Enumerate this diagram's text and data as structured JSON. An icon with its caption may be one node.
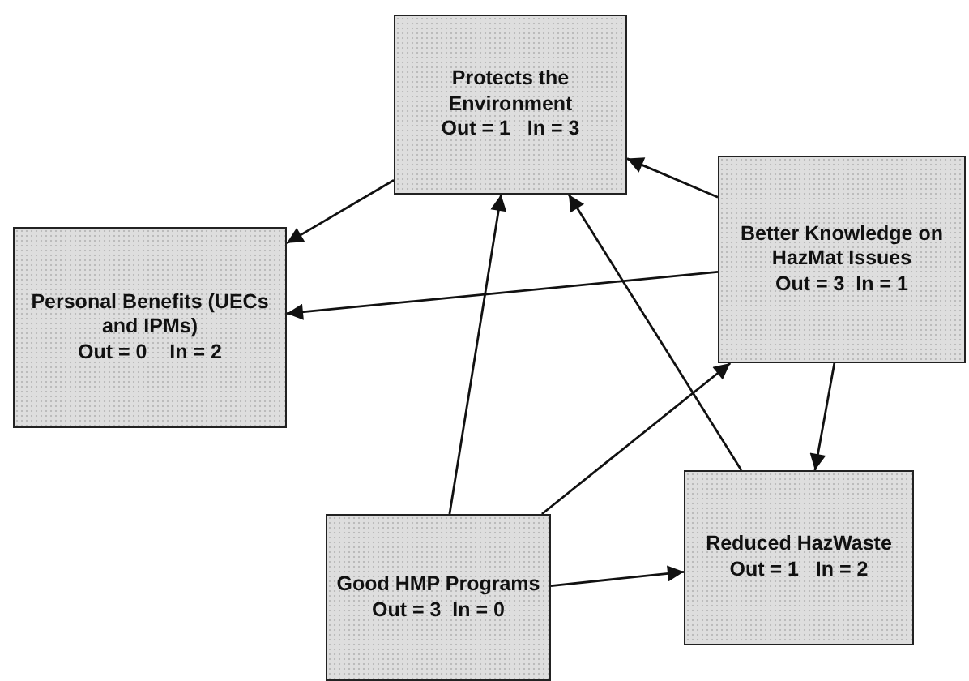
{
  "diagram": {
    "nodes": [
      {
        "text": [
          "Protects the Environment",
          "Out = 1   In = 3"
        ]
      },
      {
        "text": [
          "Personal Benefits (UECs and IPMs)",
          "Out = 0    In = 2"
        ]
      },
      {
        "text": [
          "Better Knowledge on HazMat Issues",
          "Out = 3  In = 1"
        ]
      },
      {
        "text": [
          "Good HMP Programs",
          "Out = 3  In = 0"
        ]
      },
      {
        "text": [
          "Reduced HazWaste",
          "Out = 1   In = 2"
        ]
      }
    ],
    "edges": [
      {
        "from": 0,
        "to": 1,
        "arrow": "to"
      },
      {
        "from": 2,
        "to": 0,
        "arrow": "to"
      },
      {
        "from": 2,
        "to": 1,
        "arrow": "to"
      },
      {
        "from": 2,
        "to": 4,
        "arrow": "to"
      },
      {
        "from": 3,
        "to": 0,
        "arrow": "to"
      },
      {
        "from": 3,
        "to": 2,
        "arrow": "to"
      },
      {
        "from": 3,
        "to": 4,
        "arrow": "to"
      },
      {
        "from": 4,
        "to": 0,
        "arrow": "to"
      }
    ]
  }
}
